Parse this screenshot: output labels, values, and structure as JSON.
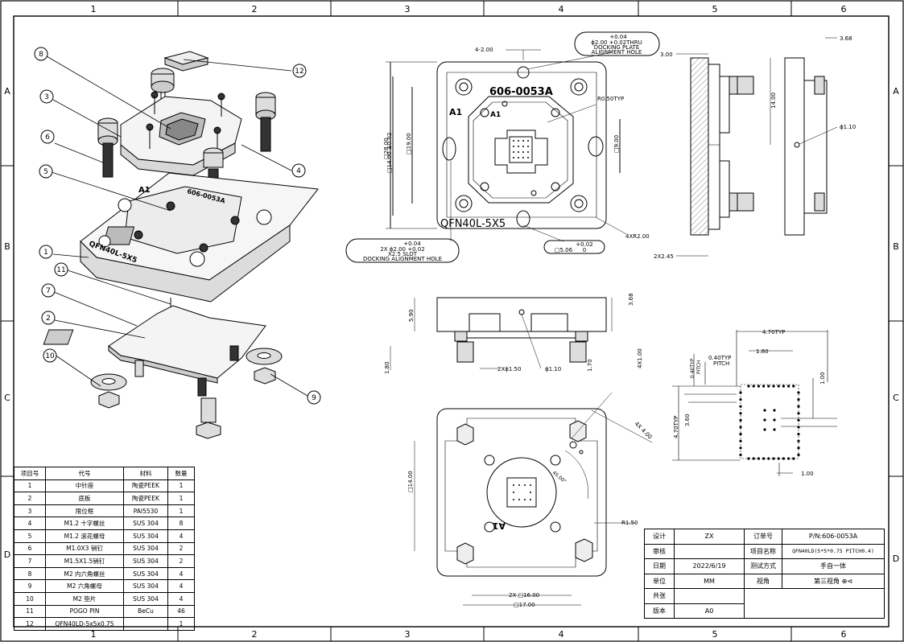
{
  "grid": {
    "columns": [
      "1",
      "2",
      "3",
      "4",
      "5",
      "6"
    ],
    "rows": [
      "A",
      "B",
      "C",
      "D"
    ]
  },
  "callouts": [
    "1",
    "2",
    "3",
    "4",
    "5",
    "6",
    "7",
    "8",
    "9",
    "10",
    "11",
    "12"
  ],
  "top_view": {
    "part_number": "606-0053A",
    "model_label": "QFN40L-5X5",
    "a1_outer": "A1",
    "a1_inner": "A1",
    "dim_top_offset": "4-2.00",
    "dim_height_28": "□28.00",
    "dim_14_tol": "□14.00 ±0.02",
    "dim_19": "□19.00",
    "dim_9": "□9.00",
    "radius_typ": "R0.50TYP",
    "corner_radius": "4XR2.00",
    "hole_note": {
      "tol_plus": "+0.04",
      "line1": "ɸ2.00 +0.02THRU",
      "line2": "DOCKING PLATE",
      "line3": "ALIGNMENT HOLE"
    },
    "slot_note": {
      "tol_plus": "+0.04",
      "line1": "2X ɸ2.00 +0.02",
      "line2": "X2.5 SLOT",
      "line3": "DOCKING ALIGNMENT HOLE"
    },
    "width_note": {
      "tol_plus": "+0.02",
      "value": "□5.06",
      "tol_minus": "0"
    }
  },
  "side_view": {
    "dim_300": "3.00",
    "dim_368": "3.68",
    "dim_1400": "14.00",
    "dim_phi110": "ɸ1.10",
    "dim_245": "2X2.45"
  },
  "front_view": {
    "dim_590": "5.90",
    "dim_368": "3.68",
    "dim_180": "1.80",
    "dim_pin": "2Xɸ1.50",
    "dim_phi110": "ɸ1.10",
    "dim_170": "1.70",
    "dim_4x100": "4X1.00"
  },
  "bottom_view": {
    "dim_4x400": "4X 4.00",
    "dim_1400": "□14.00",
    "dim_angle": "45.00°",
    "dim_r150": "R1.50",
    "dim_1600": "2X □16.00",
    "dim_1700": "□17.00",
    "a1": "A1"
  },
  "pin_detail": {
    "dim_470_typ": "4.70TYP",
    "dim_180": "1.80",
    "pitch_h": "0.40TYP",
    "pitch_h2": "PITCH",
    "pitch_v": "0.40TYP",
    "pitch_v2": "PITCH",
    "dim_100_right": "1.00",
    "dim_470_side": "4.70TYP",
    "dim_360": "3.60",
    "dim_100_bottom": "1.00"
  },
  "bom": {
    "headers": [
      "项目号",
      "代号",
      "材料",
      "数量"
    ],
    "rows": [
      [
        "1",
        "中针座",
        "陶瓷PEEK",
        "1"
      ],
      [
        "2",
        "底板",
        "陶瓷PEEK",
        "1"
      ],
      [
        "3",
        "限位框",
        "PAI5530",
        "1"
      ],
      [
        "4",
        "M1.2 十字螺丝",
        "SUS 304",
        "8"
      ],
      [
        "5",
        "M1.2 滚花螺母",
        "SUS 304",
        "4"
      ],
      [
        "6",
        "M1.0X3 销钉",
        "SUS 304",
        "2"
      ],
      [
        "7",
        "M1.5X1.5销钉",
        "SUS 304",
        "2"
      ],
      [
        "8",
        "M2 内六角螺丝",
        "SUS 304",
        "4"
      ],
      [
        "9",
        "M2 六角螺母",
        "SUS 304",
        "4"
      ],
      [
        "10",
        "M2 垫片",
        "SUS 304",
        "4"
      ],
      [
        "11",
        "POGO PIN",
        "BeCu",
        "46"
      ],
      [
        "12",
        "QFN40LD-5x5x0.75",
        "",
        "1"
      ]
    ]
  },
  "title_block": {
    "design_label": "设计",
    "design_value": "ZX",
    "order_label": "订单号",
    "pn": "P/N:606-0053A",
    "review_label": "审核",
    "project_label": "项目名称",
    "project_value": "QFN40LD(5*5*0.75 PITCH0.4)",
    "date_label": "日期",
    "date_value": "2022/6/19",
    "test_label": "测试方式",
    "test_value": "手自一体",
    "unit_label": "单位",
    "unit_value": "MM",
    "view_label": "视角",
    "view_value": "第三视角",
    "sheets_label": "共张",
    "version_label": "版本",
    "version_value": "A0"
  }
}
